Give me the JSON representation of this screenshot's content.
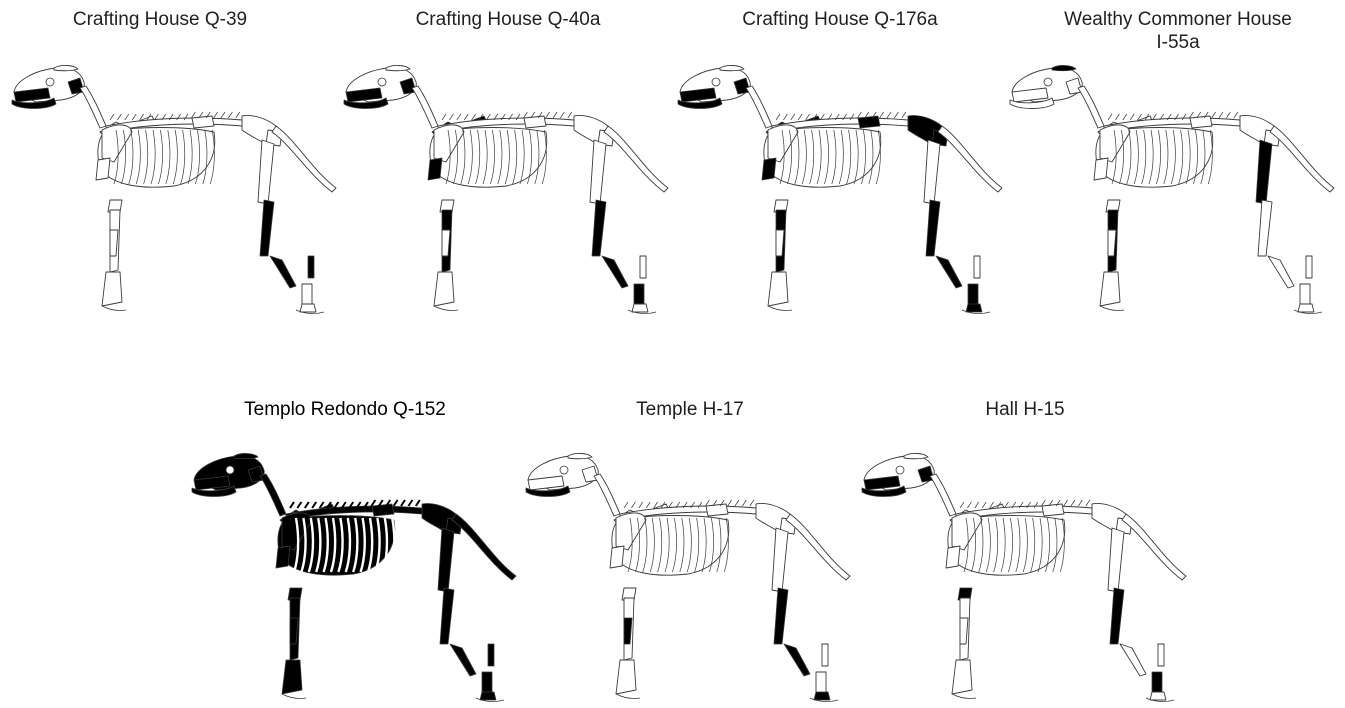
{
  "figure": {
    "panels": [
      {
        "label": "Crafting House Q-39",
        "shaded": [
          "mandible",
          "maxilla",
          "axis-vertebra",
          "left-tibia",
          "left-tarsal",
          "right-metatarsal"
        ]
      },
      {
        "label": "Crafting House Q-40a",
        "shaded": [
          "maxilla",
          "mandible",
          "axis-vertebra",
          "scapula-fragment",
          "thoracic-spine-fragment",
          "humerus-proximal",
          "radius-ulna",
          "left-tibia",
          "left-tarsal",
          "hind-metatarsals"
        ]
      },
      {
        "label": "Crafting House Q-176a",
        "shaded": [
          "maxilla",
          "mandible",
          "axis-vertebra",
          "scapula-fragment",
          "thoracic-spine-fragment",
          "lumbar-vertebrae",
          "pelvis",
          "femur-head",
          "humerus-proximal",
          "radius-ulna",
          "left-tibia",
          "left-tarsal",
          "hind-metatarsals",
          "hind-phalanges"
        ]
      },
      {
        "label": "Wealthy Commoner House\nI-55a",
        "shaded": [
          "cranium-top",
          "femur",
          "radius-ulna"
        ]
      },
      {
        "label": "Templo Redondo Q-152",
        "shaded": [
          "whole-skeleton"
        ]
      },
      {
        "label": "Temple H-17",
        "shaded": [
          "mandible",
          "radius",
          "left-tibia",
          "left-tarsal",
          "hind-phalanges"
        ]
      },
      {
        "label": "Hall H-15",
        "shaded": [
          "maxilla",
          "mandible",
          "axis-vertebra",
          "humerus-distal",
          "left-tibia",
          "hind-metatarsals"
        ]
      }
    ]
  }
}
